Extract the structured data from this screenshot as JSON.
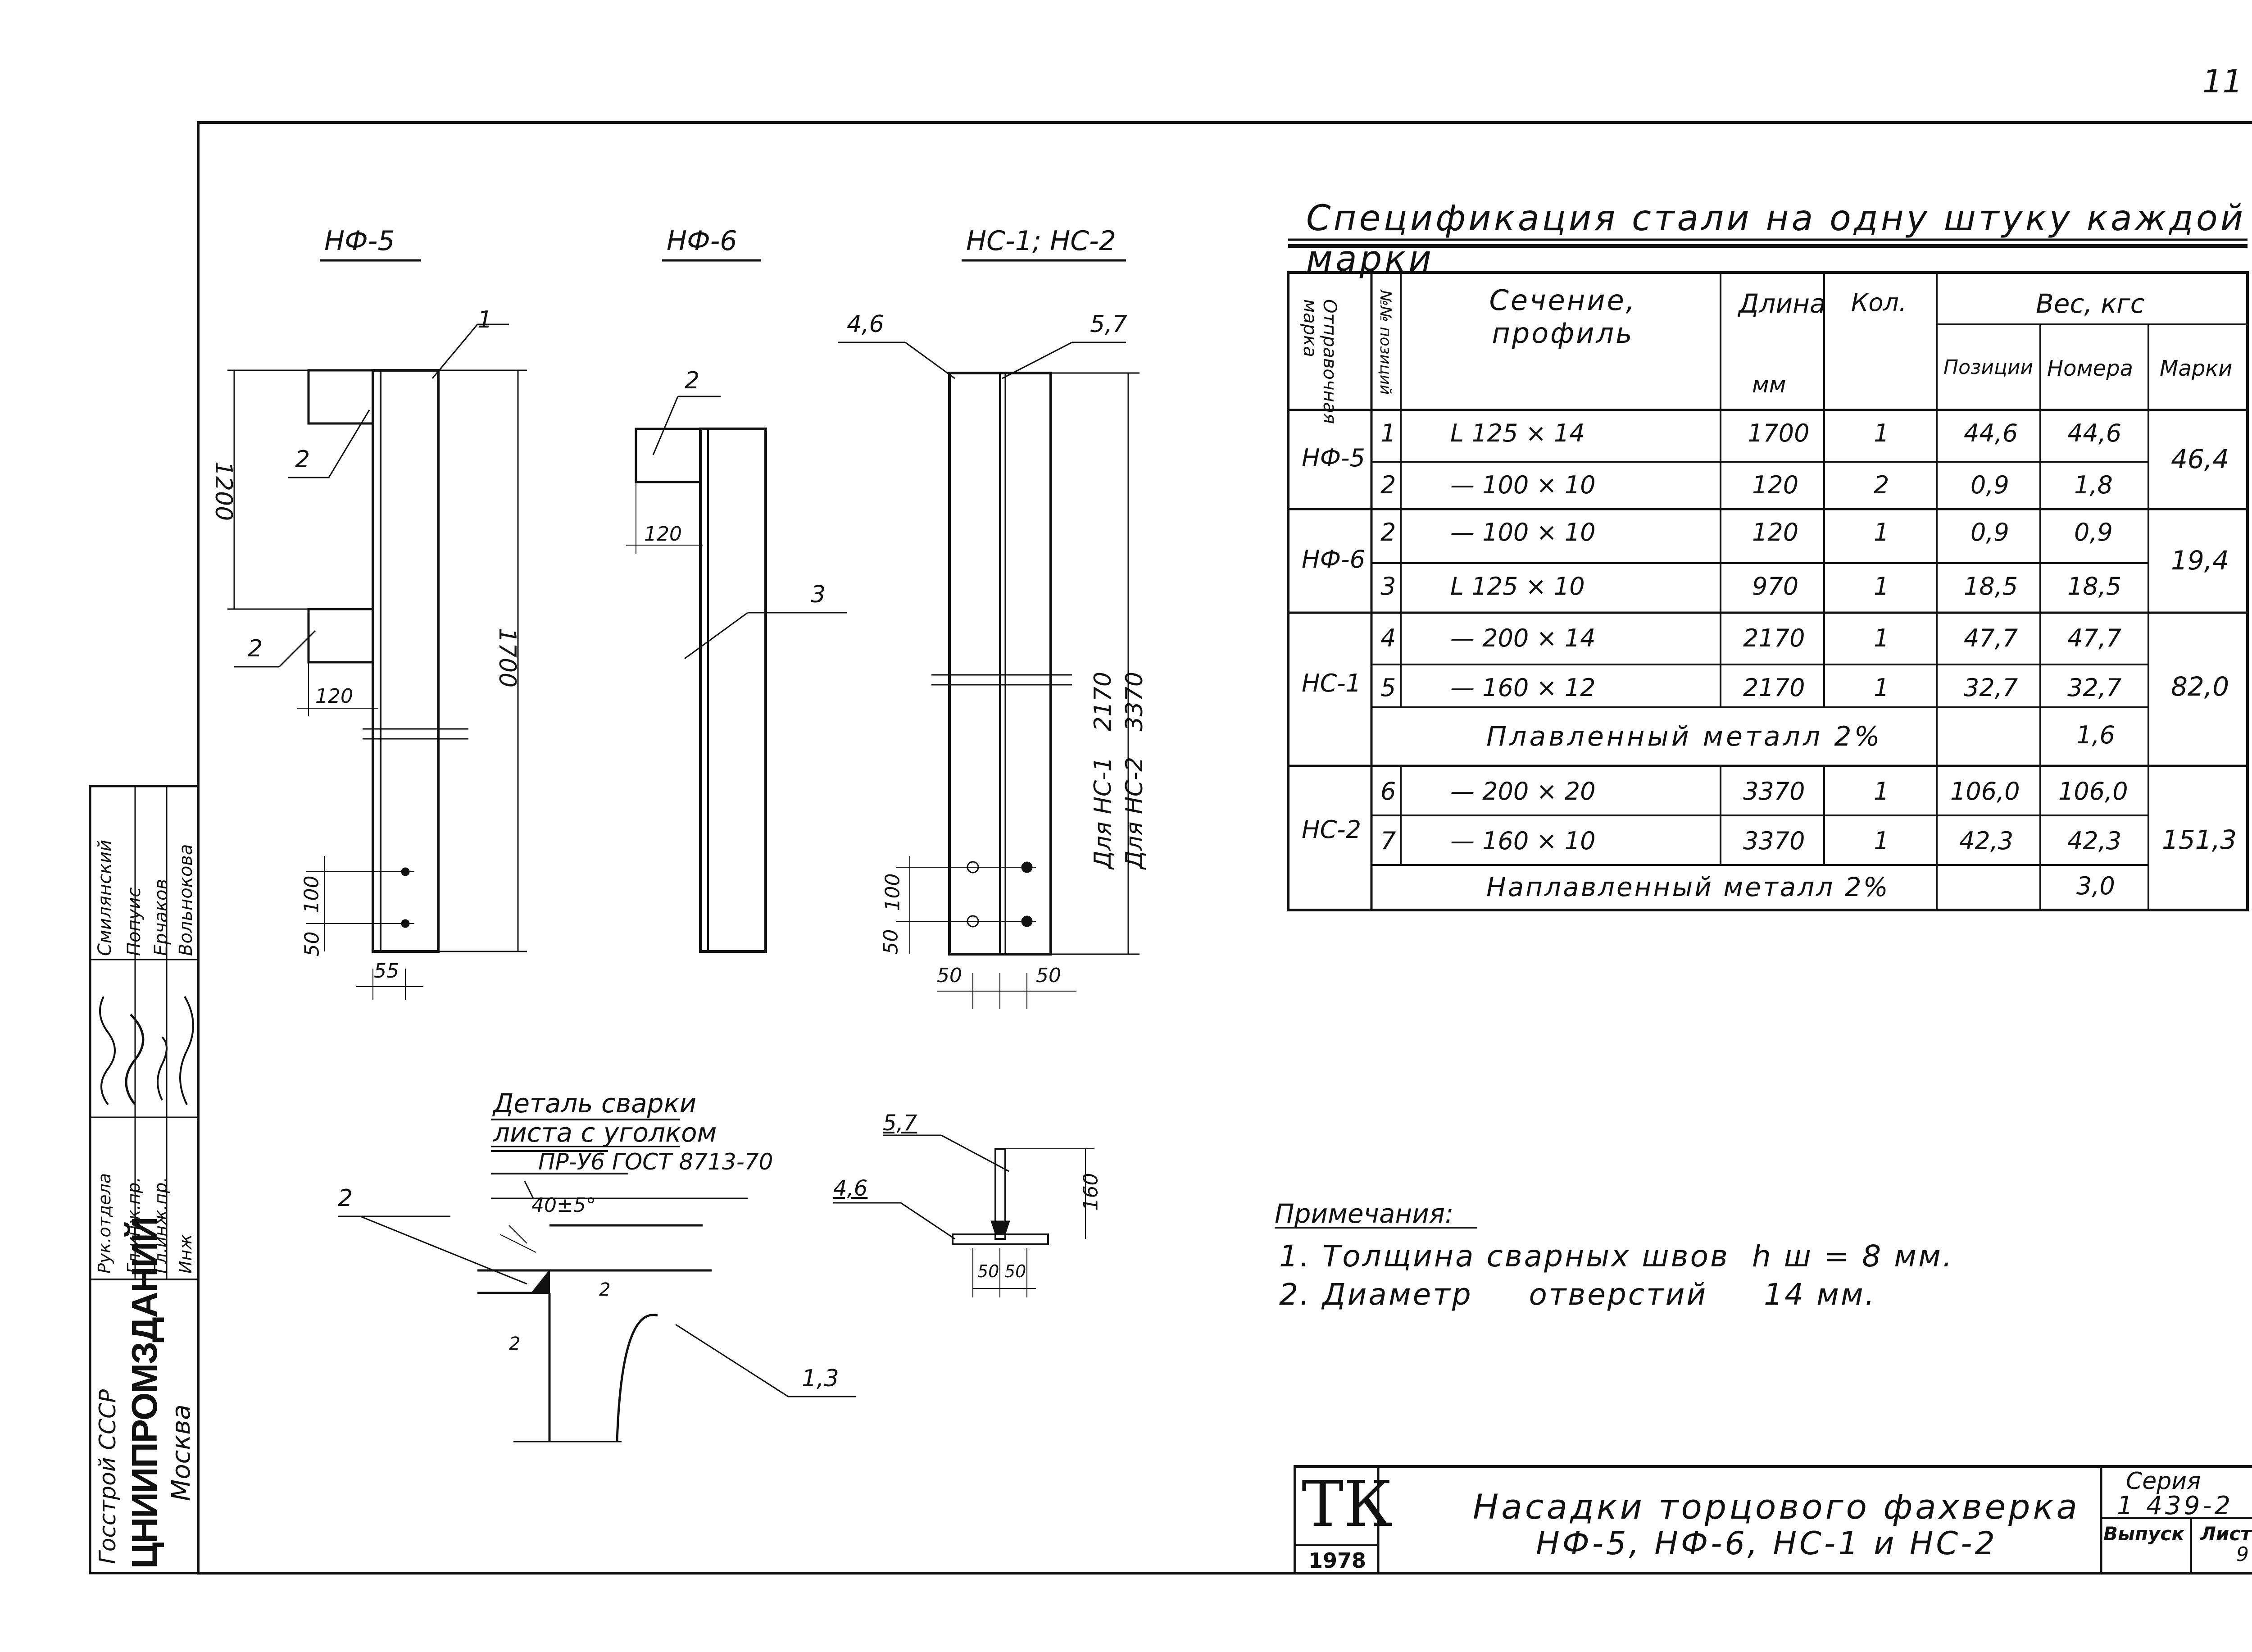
{
  "page_number": "11",
  "drawing_titles": {
    "nf5": "НФ-5",
    "nf6": "НФ-6",
    "ns12": "НС-1; НС-2"
  },
  "dimensions": {
    "d1200": "1200",
    "d1700": "1700",
    "d120a": "120",
    "d120b": "120",
    "d100a": "100",
    "d50a": "50",
    "d55": "55",
    "d2170": "2170",
    "d3370": "3370",
    "d100b": "100",
    "d50b": "50",
    "d50c": "50",
    "d50d": "50",
    "d160": "160",
    "d50e": "50",
    "d50f": "50",
    "angle": "40±5°",
    "gap2a": "2",
    "gap2b": "2"
  },
  "callouts": {
    "c1": "1",
    "c2a": "2",
    "c2b": "2",
    "c2c": "2",
    "c3": "3",
    "c46": "4,6",
    "c57": "5,7",
    "c2d": "2",
    "c13": "1,3",
    "c57b": "5,7",
    "c46b": "4,6"
  },
  "side_labels": {
    "for_ns1": "Для НС-1",
    "for_ns2": "Для НС-2"
  },
  "weld_detail": {
    "title_line1": "Деталь сварки",
    "title_line2": "листа с уголком",
    "electrode": "ПР-У6 ГОСТ 8713-70"
  },
  "spec": {
    "title": "Спецификация стали на одну штуку каждой марки",
    "headers": {
      "mark": "Отправочная марка",
      "pos": "№№ позиций",
      "section": "Сечение, профиль",
      "length": "Длина",
      "length_unit": "мм",
      "qty": "Кол.",
      "weight": "Вес, кгс",
      "w_pos": "Позиции",
      "w_num": "Номера",
      "w_mark": "Марки"
    },
    "rows": [
      {
        "mark": "НФ-5",
        "pos": "1",
        "section": "L 125 × 14",
        "length": "1700",
        "qty": "1",
        "w_pos": "44,6",
        "w_num": "44,6",
        "w_mark": "46,4"
      },
      {
        "pos": "2",
        "section": "— 100 × 10",
        "length": "120",
        "qty": "2",
        "w_pos": "0,9",
        "w_num": "1,8"
      },
      {
        "mark": "НФ-6",
        "pos": "2",
        "section": "— 100 × 10",
        "length": "120",
        "qty": "1",
        "w_pos": "0,9",
        "w_num": "0,9",
        "w_mark": "19,4"
      },
      {
        "pos": "3",
        "section": "L 125 × 10",
        "length": "970",
        "qty": "1",
        "w_pos": "18,5",
        "w_num": "18,5"
      },
      {
        "mark": "НС-1",
        "pos": "4",
        "section": "— 200 × 14",
        "length": "2170",
        "qty": "1",
        "w_pos": "47,7",
        "w_num": "47,7",
        "w_mark": "82,0"
      },
      {
        "pos": "5",
        "section": "— 160 × 12",
        "length": "2170",
        "qty": "1",
        "w_pos": "32,7",
        "w_num": "32,7"
      },
      {
        "merged": "Плавленный металл 2%",
        "w_num": "1,6"
      },
      {
        "mark": "НС-2",
        "pos": "6",
        "section": "— 200 × 20",
        "length": "3370",
        "qty": "1",
        "w_pos": "106,0",
        "w_num": "106,0",
        "w_mark": "151,3"
      },
      {
        "pos": "7",
        "section": "— 160 × 10",
        "length": "3370",
        "qty": "1",
        "w_pos": "42,3",
        "w_num": "42,3"
      },
      {
        "merged": "Наплавленный металл 2%",
        "w_num": "3,0"
      }
    ]
  },
  "notes": {
    "title": "Примечания:",
    "n1": "1. Толщина сварных швов  h ш = 8 мм.",
    "n2": "2. Диаметр     отверстий     14 мм."
  },
  "title_block": {
    "logo_letters": "ТК",
    "year": "1978",
    "title_line1": "Насадки торцового фахверка",
    "title_line2": "НФ-5, НФ-6, НС-1 и НС-2",
    "series_label": "Серия",
    "series": "1 439-2",
    "issue_label": "Выпуск",
    "sheet_label": "Лист",
    "sheet": "9"
  },
  "side_stamp": {
    "org1": "Госстрой СССР",
    "org2": "ЦНИИПРОМЗДАНИЙ",
    "city": "Москва",
    "roles": [
      "Рук.отдела",
      "Гл.инж.пр.",
      "Гл.инж.пр.",
      "Инж"
    ],
    "names": [
      "Смилянский",
      "Попуис",
      "Ерчаков",
      "Вольнокова"
    ]
  }
}
